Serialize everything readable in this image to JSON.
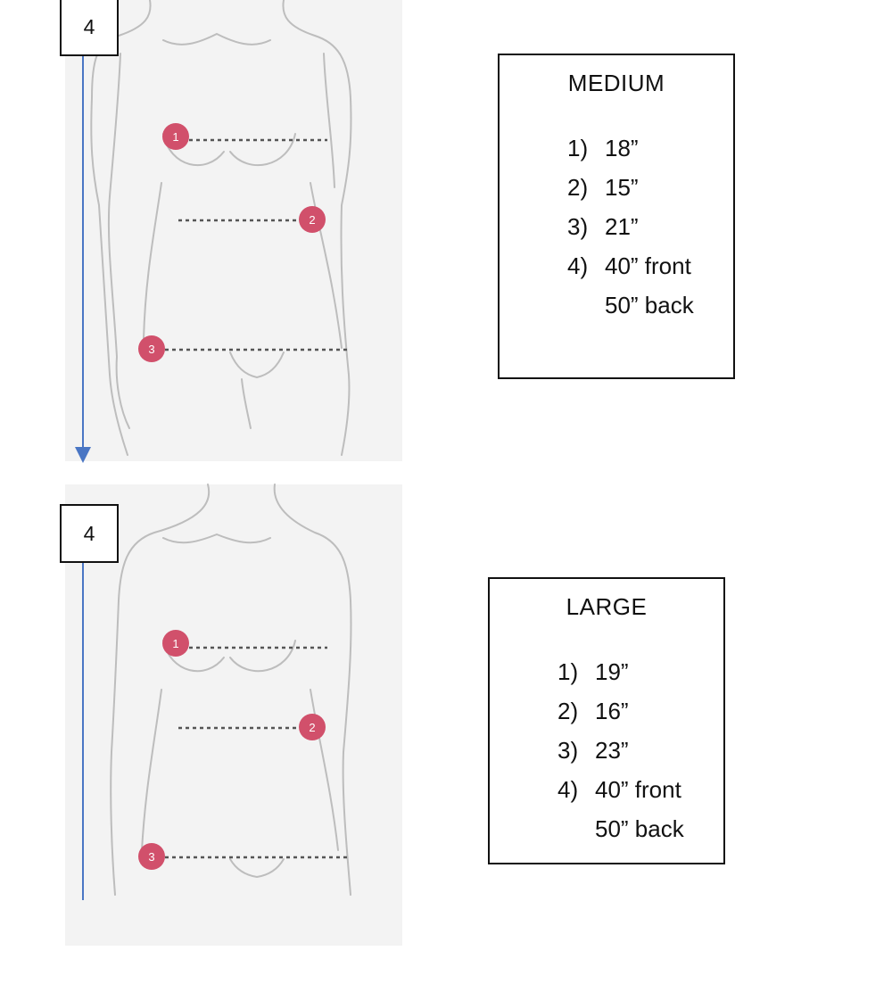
{
  "panels": [
    {
      "label": "4",
      "size": "MEDIUM",
      "measurements": [
        {
          "num": "1)",
          "value": "18”"
        },
        {
          "num": "2)",
          "value": "15”"
        },
        {
          "num": "3)",
          "value": "21”"
        },
        {
          "num": "4)",
          "value": "40” front"
        },
        {
          "num": "",
          "value": "50” back"
        }
      ],
      "markers": [
        "1",
        "2",
        "3"
      ]
    },
    {
      "label": "4",
      "size": "LARGE",
      "measurements": [
        {
          "num": "1)",
          "value": "19”"
        },
        {
          "num": "2)",
          "value": "16”"
        },
        {
          "num": "3)",
          "value": "23”"
        },
        {
          "num": "4)",
          "value": "40” front"
        },
        {
          "num": "",
          "value": "50” back"
        }
      ],
      "markers": [
        "1",
        "2",
        "3"
      ]
    }
  ],
  "colors": {
    "marker": "#d1506b",
    "arrow": "#4a76c4",
    "outline": "#b9b9b9"
  }
}
